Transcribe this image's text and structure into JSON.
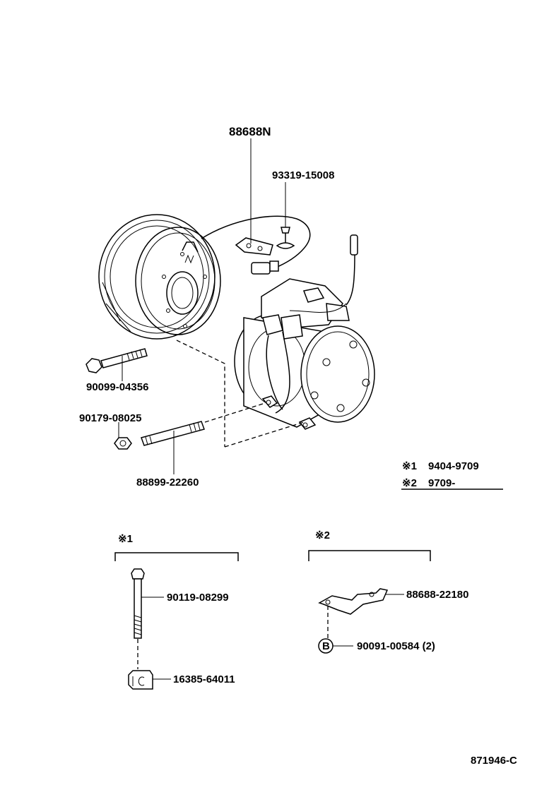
{
  "parts": {
    "clutch_group": "88688N",
    "clutch_screw": "93319-15008",
    "bolt_long": "90099-04356",
    "nut": "90179-08025",
    "stud": "88899-22260",
    "bolt_v1": "90119-08299",
    "collar_v1": "16385-64011",
    "bracket_v2": "88688-22180",
    "bolt_v2": "90091-00584 (2)"
  },
  "legend": {
    "v1": {
      "mark": "※1",
      "range": "9404-9709"
    },
    "v2": {
      "mark": "※2",
      "range": "9709-"
    }
  },
  "groups": {
    "v1_mark": "※1",
    "v2_mark": "※2"
  },
  "callout_b": "B",
  "diagram_code": "871946-C"
}
